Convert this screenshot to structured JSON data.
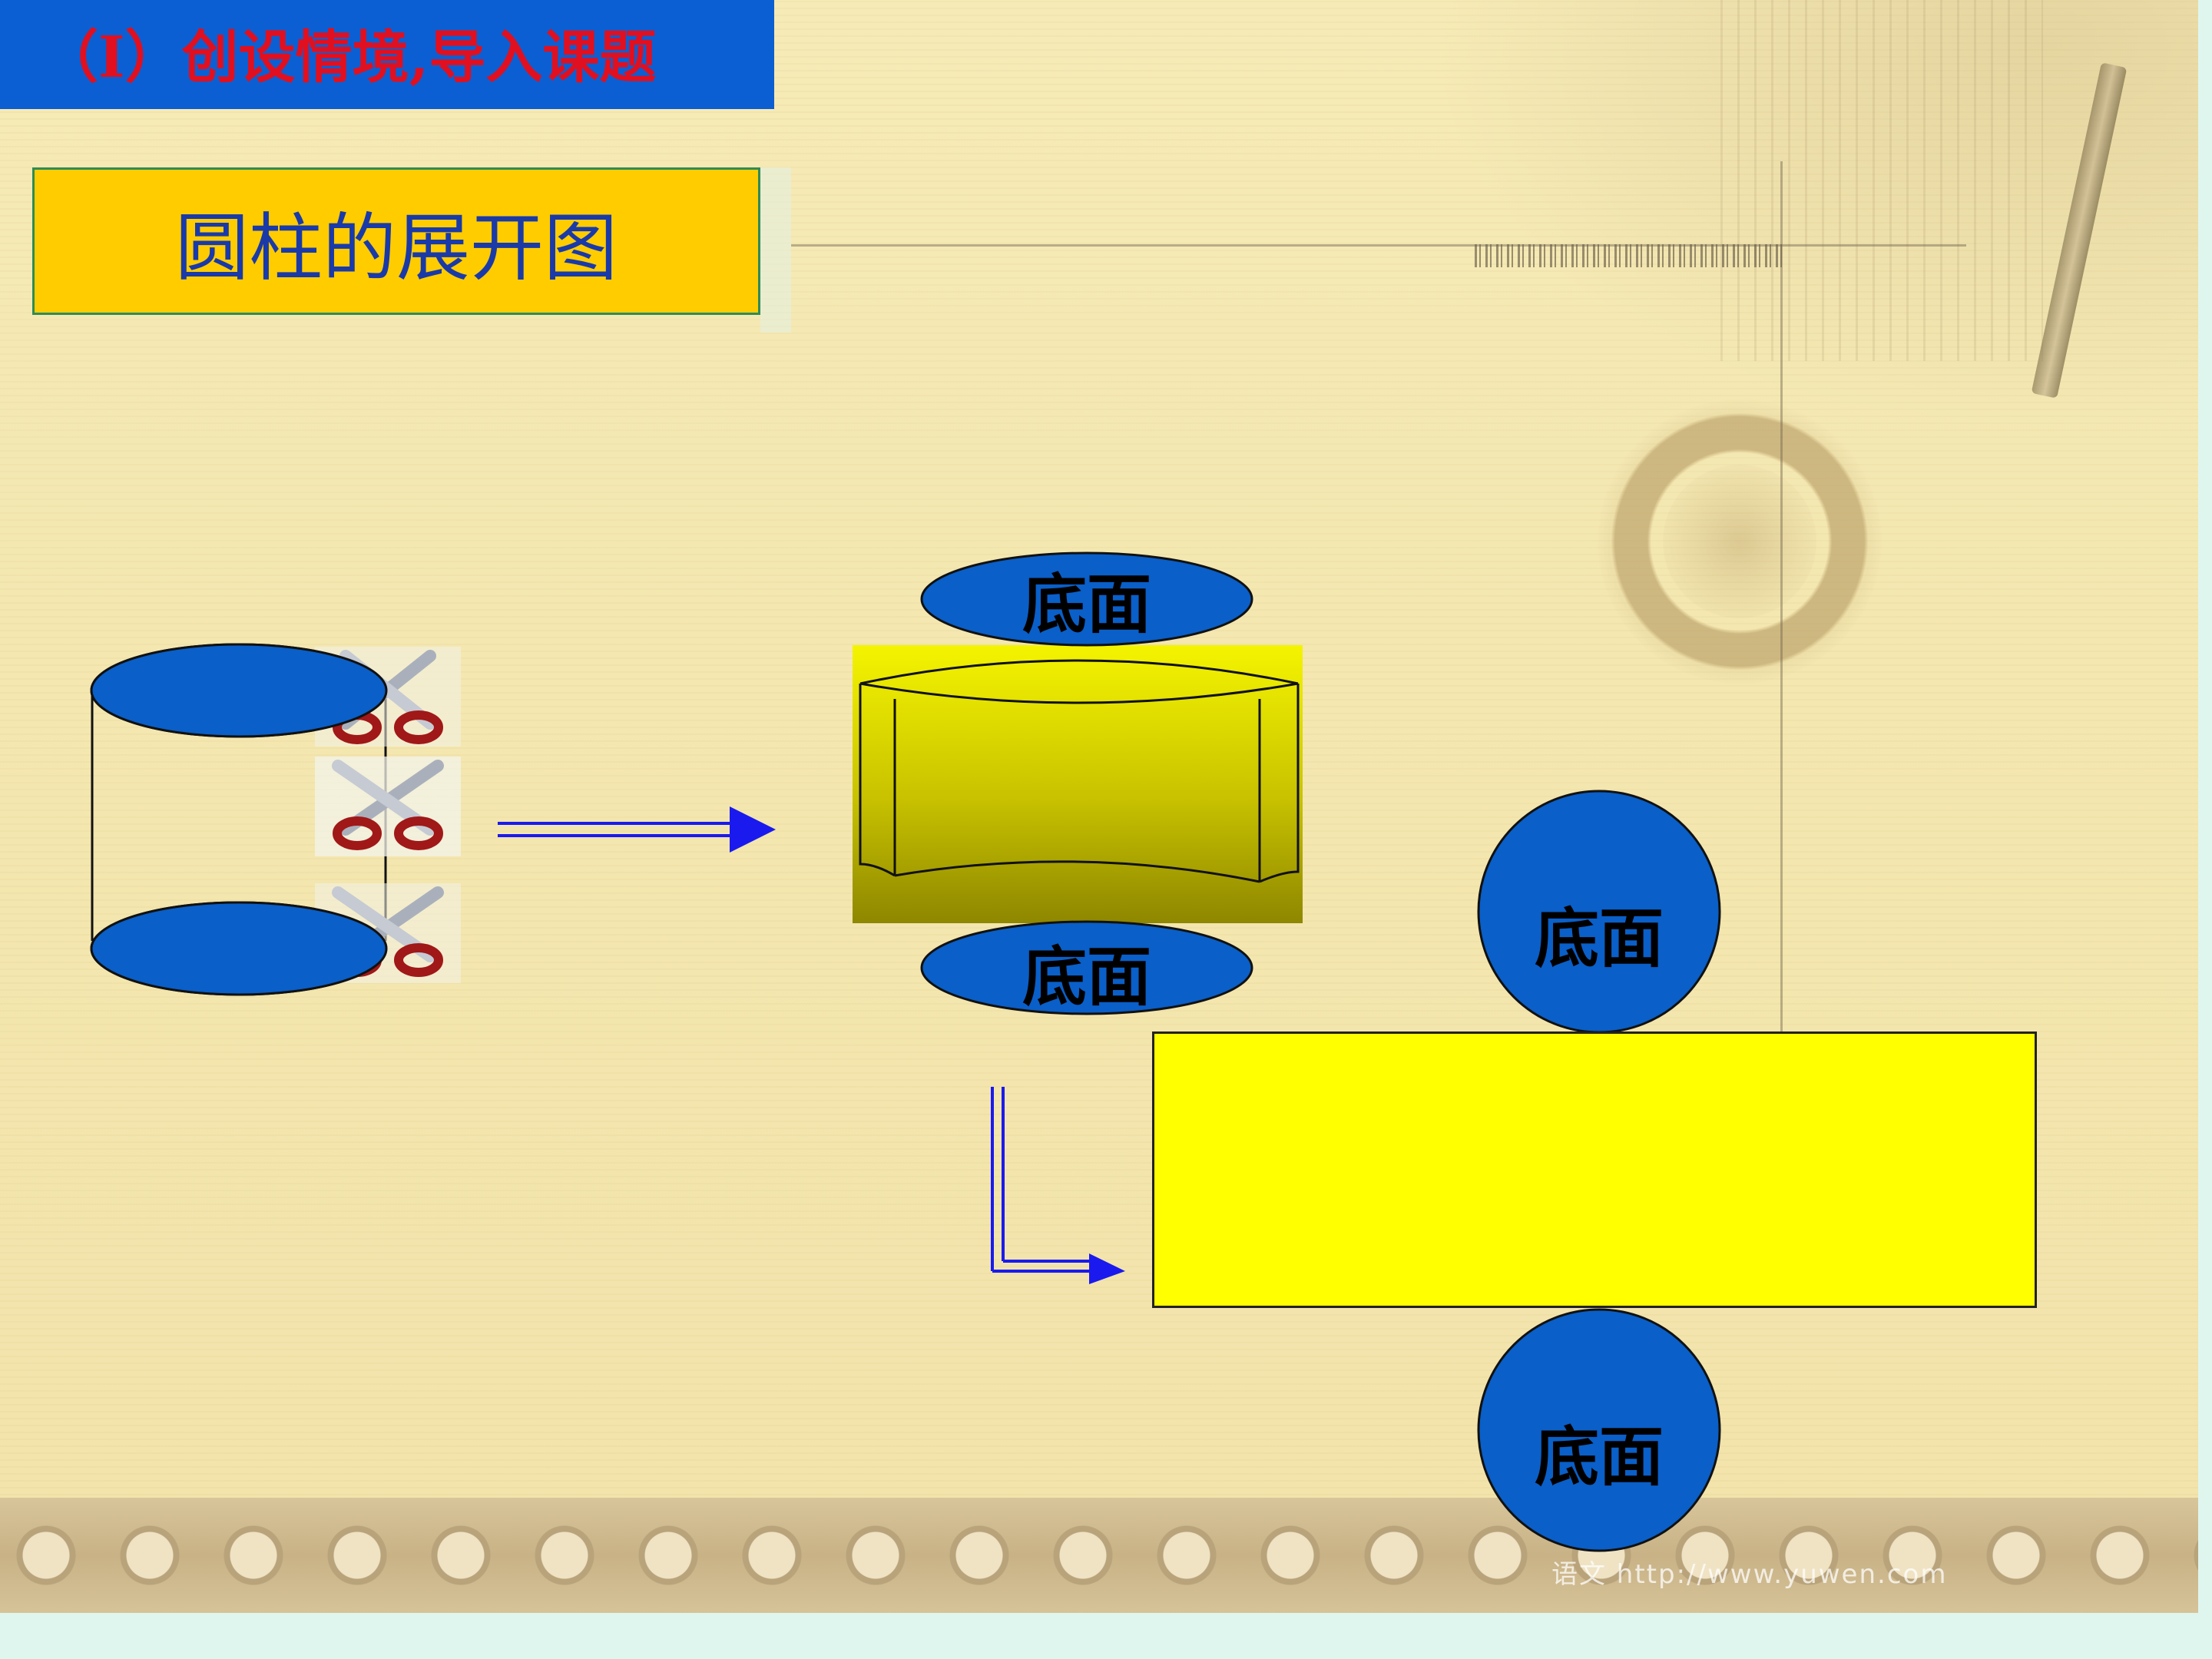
{
  "slide": {
    "header_title": "（Ⅰ）创设情境,导入课题",
    "subtitle": "圆柱的展开图",
    "watermark": "语文 http://www.yuwen.com"
  },
  "diagram": {
    "top_base_label": "底面",
    "bottom_base_label": "底面",
    "net_top_circle_label": "底面",
    "net_bottom_circle_label": "底面"
  },
  "colors": {
    "header_bg": "#0c5fd2",
    "header_text": "#e01020",
    "subtitle_bg": "#ffcc00",
    "subtitle_text": "#1a3aa8",
    "base_fill": "#0a5fc8",
    "lateral_fill": "#ffff00",
    "arrow": "#1a1aee"
  },
  "icons": [
    "scissors-icon",
    "arrow-right-icon",
    "arrow-corner-icon"
  ]
}
